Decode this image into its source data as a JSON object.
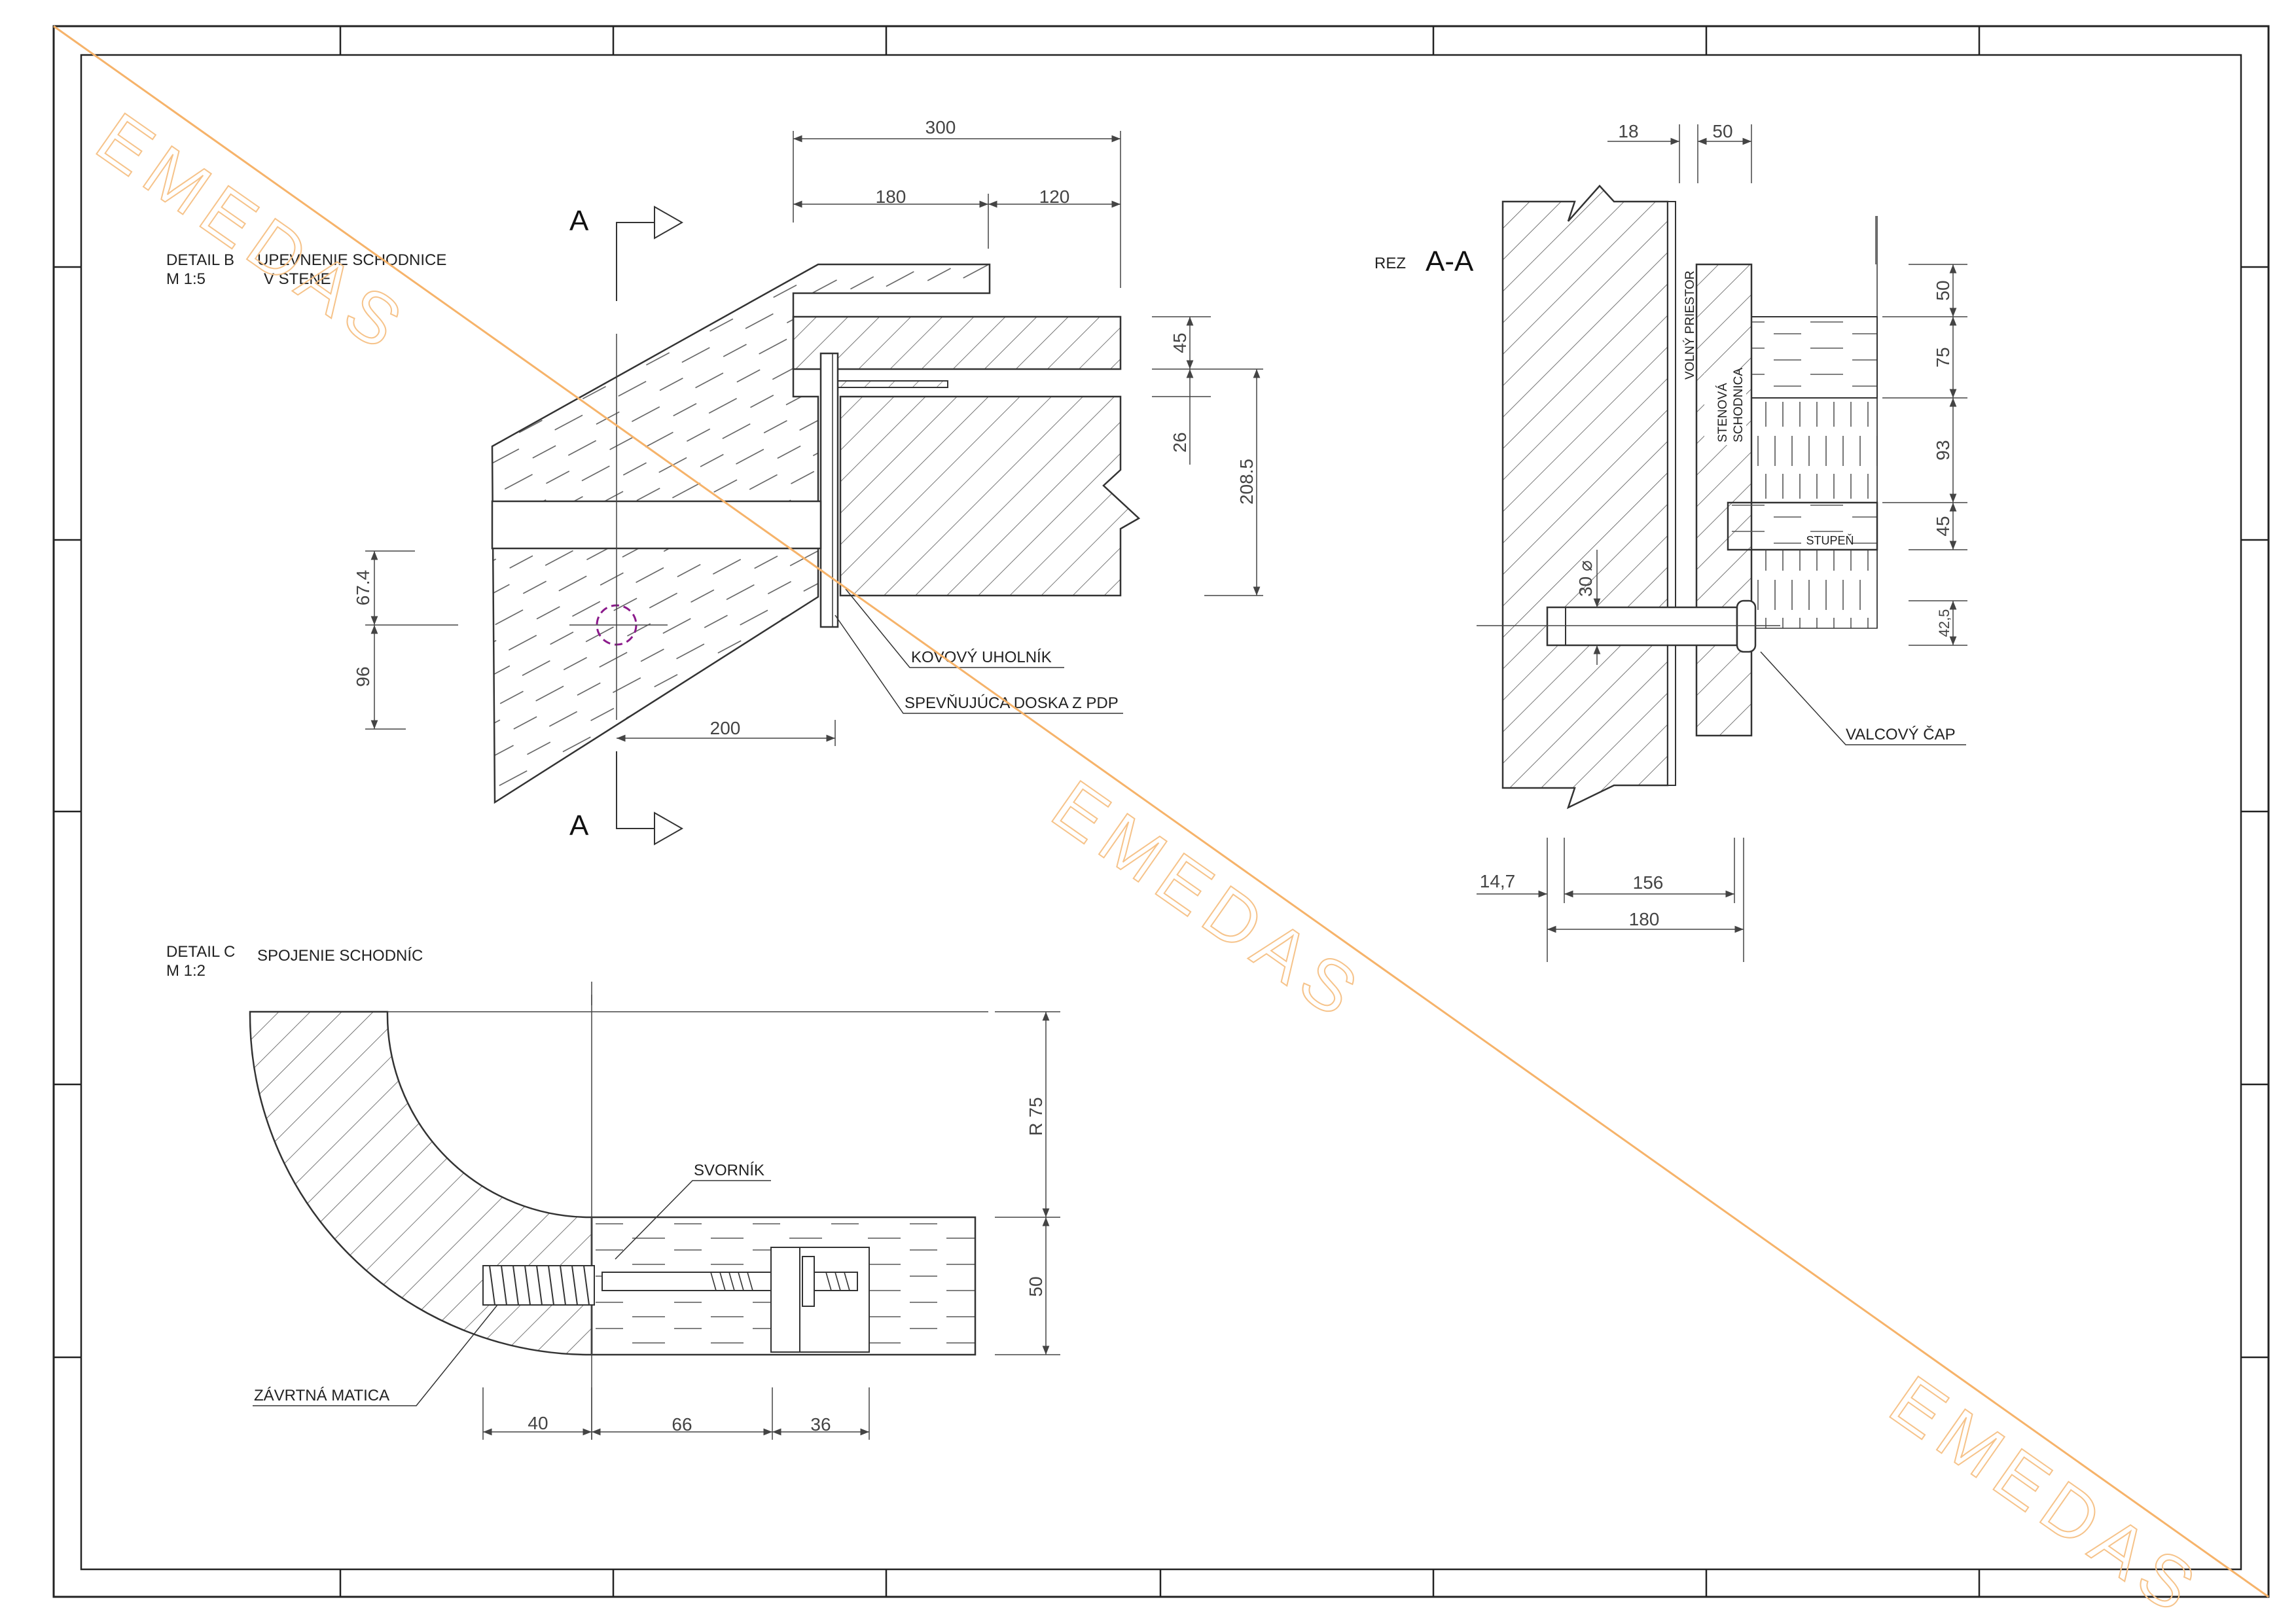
{
  "watermark": {
    "text": "EMEDAS",
    "color": "#f6b36a"
  },
  "colors": {
    "line": "#333333",
    "hidden_circle": "#8b1a8b",
    "watermark": "#f6b36a"
  },
  "detail_b": {
    "label": "DETAIL B",
    "scale": "M 1:5",
    "title_line1": "UPEVNENIE SCHODNICE",
    "title_line2": "V STENE",
    "section_mark": "A",
    "callouts": [
      "KOVOVÝ UHOLNÍK",
      "SPEVŇUJÚCA DOSKA Z PDP"
    ],
    "dims": {
      "d300": "300",
      "d180": "180",
      "d120": "120",
      "d45": "45",
      "d26": "26",
      "d208": "208.5",
      "d67": "67.4",
      "d96": "96",
      "d200": "200"
    }
  },
  "section_aa": {
    "rez": "REZ",
    "title": "A-A",
    "labels": {
      "volny": "VOLNÝ PRIESTOR",
      "stenova1": "STENOVÁ",
      "stenova2": "SCHODNICA",
      "stupen": "STUPEŇ"
    },
    "callout": "VALCOVÝ ČAP",
    "dims": {
      "d18": "18",
      "d50top": "50",
      "d50": "50",
      "d75": "75",
      "d93": "93",
      "d45": "45",
      "d425": "42,5",
      "d30": "30 ⌀",
      "d147": "14,7",
      "d156": "156",
      "d180": "180"
    }
  },
  "detail_c": {
    "label": "DETAIL C",
    "scale": "M 1:2",
    "title": "SPOJENIE SCHODNÍC",
    "callouts": [
      "SVORNÍK",
      "ZÁVRTNÁ MATICA"
    ],
    "dims": {
      "r75": "R 75",
      "d50": "50",
      "d40": "40",
      "d66": "66",
      "d36": "36"
    }
  }
}
